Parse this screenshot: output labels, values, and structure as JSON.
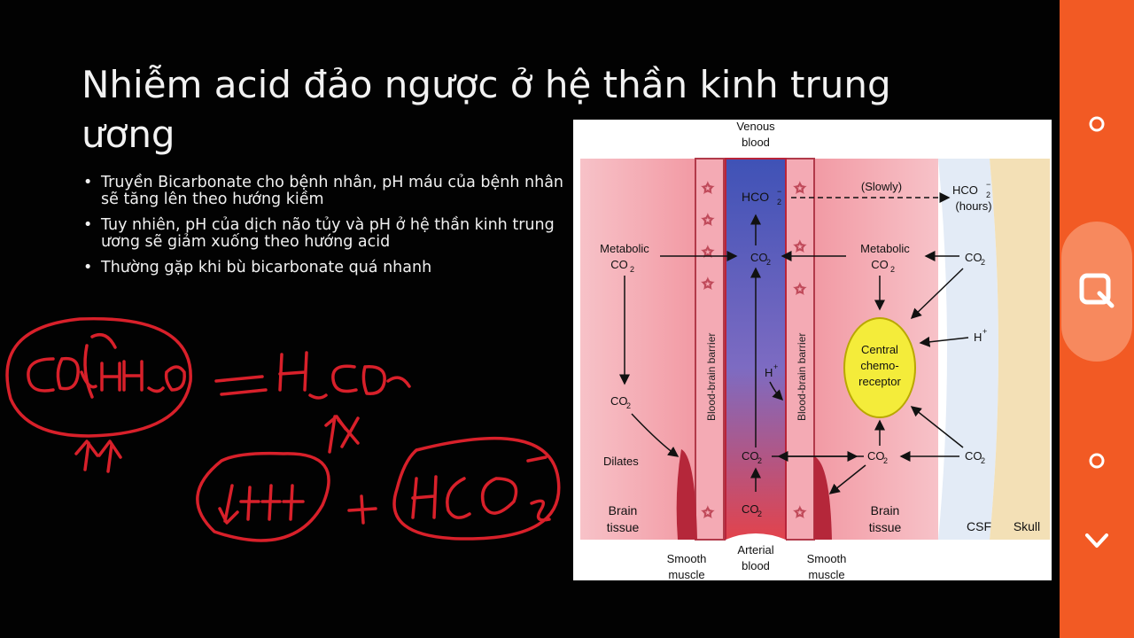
{
  "slide": {
    "title": "Nhiễm acid đảo ngược ở hệ thần kinh trung ương",
    "bullets": [
      "Truyền Bicarbonate cho bệnh nhân, pH máu của bệnh nhân sẽ tăng lên theo hướng kiềm",
      "Tuy nhiên, pH của dịch não tủy và pH ở hệ thần kinh trung ương sẽ giảm xuống theo hướng acid",
      "Thường gặp khi bù bicarbonate quá nhanh"
    ]
  },
  "diagram": {
    "venous_blood_1": "Venous",
    "venous_blood_2": "blood",
    "arterial_blood_1": "Arterial",
    "arterial_blood_2": "blood",
    "hco3": "HCO",
    "slowly": "(Slowly)",
    "hours": "(hours)",
    "metabolic": "Metabolic",
    "co2": "CO",
    "subscript_2": "2",
    "h_plus": "H",
    "plus": "+",
    "minus": "−",
    "bbb_label": "Blood-brain barrier",
    "central_1": "Central",
    "central_2": "chemo-",
    "central_3": "receptor",
    "dilates": "Dilates",
    "brain_1": "Brain",
    "brain_2": "tissue",
    "csf": "CSF",
    "skull": "Skull",
    "smooth_1": "Smooth",
    "smooth_2": "muscle"
  },
  "colors": {
    "accent_orange": "#f25a24",
    "annotation_red": "#d8202a",
    "receptor_yellow": "#f4ec3a"
  },
  "sidebar": {
    "icons": [
      "circle-icon",
      "screenshot-icon",
      "circle-icon",
      "chevron-down-icon"
    ]
  }
}
